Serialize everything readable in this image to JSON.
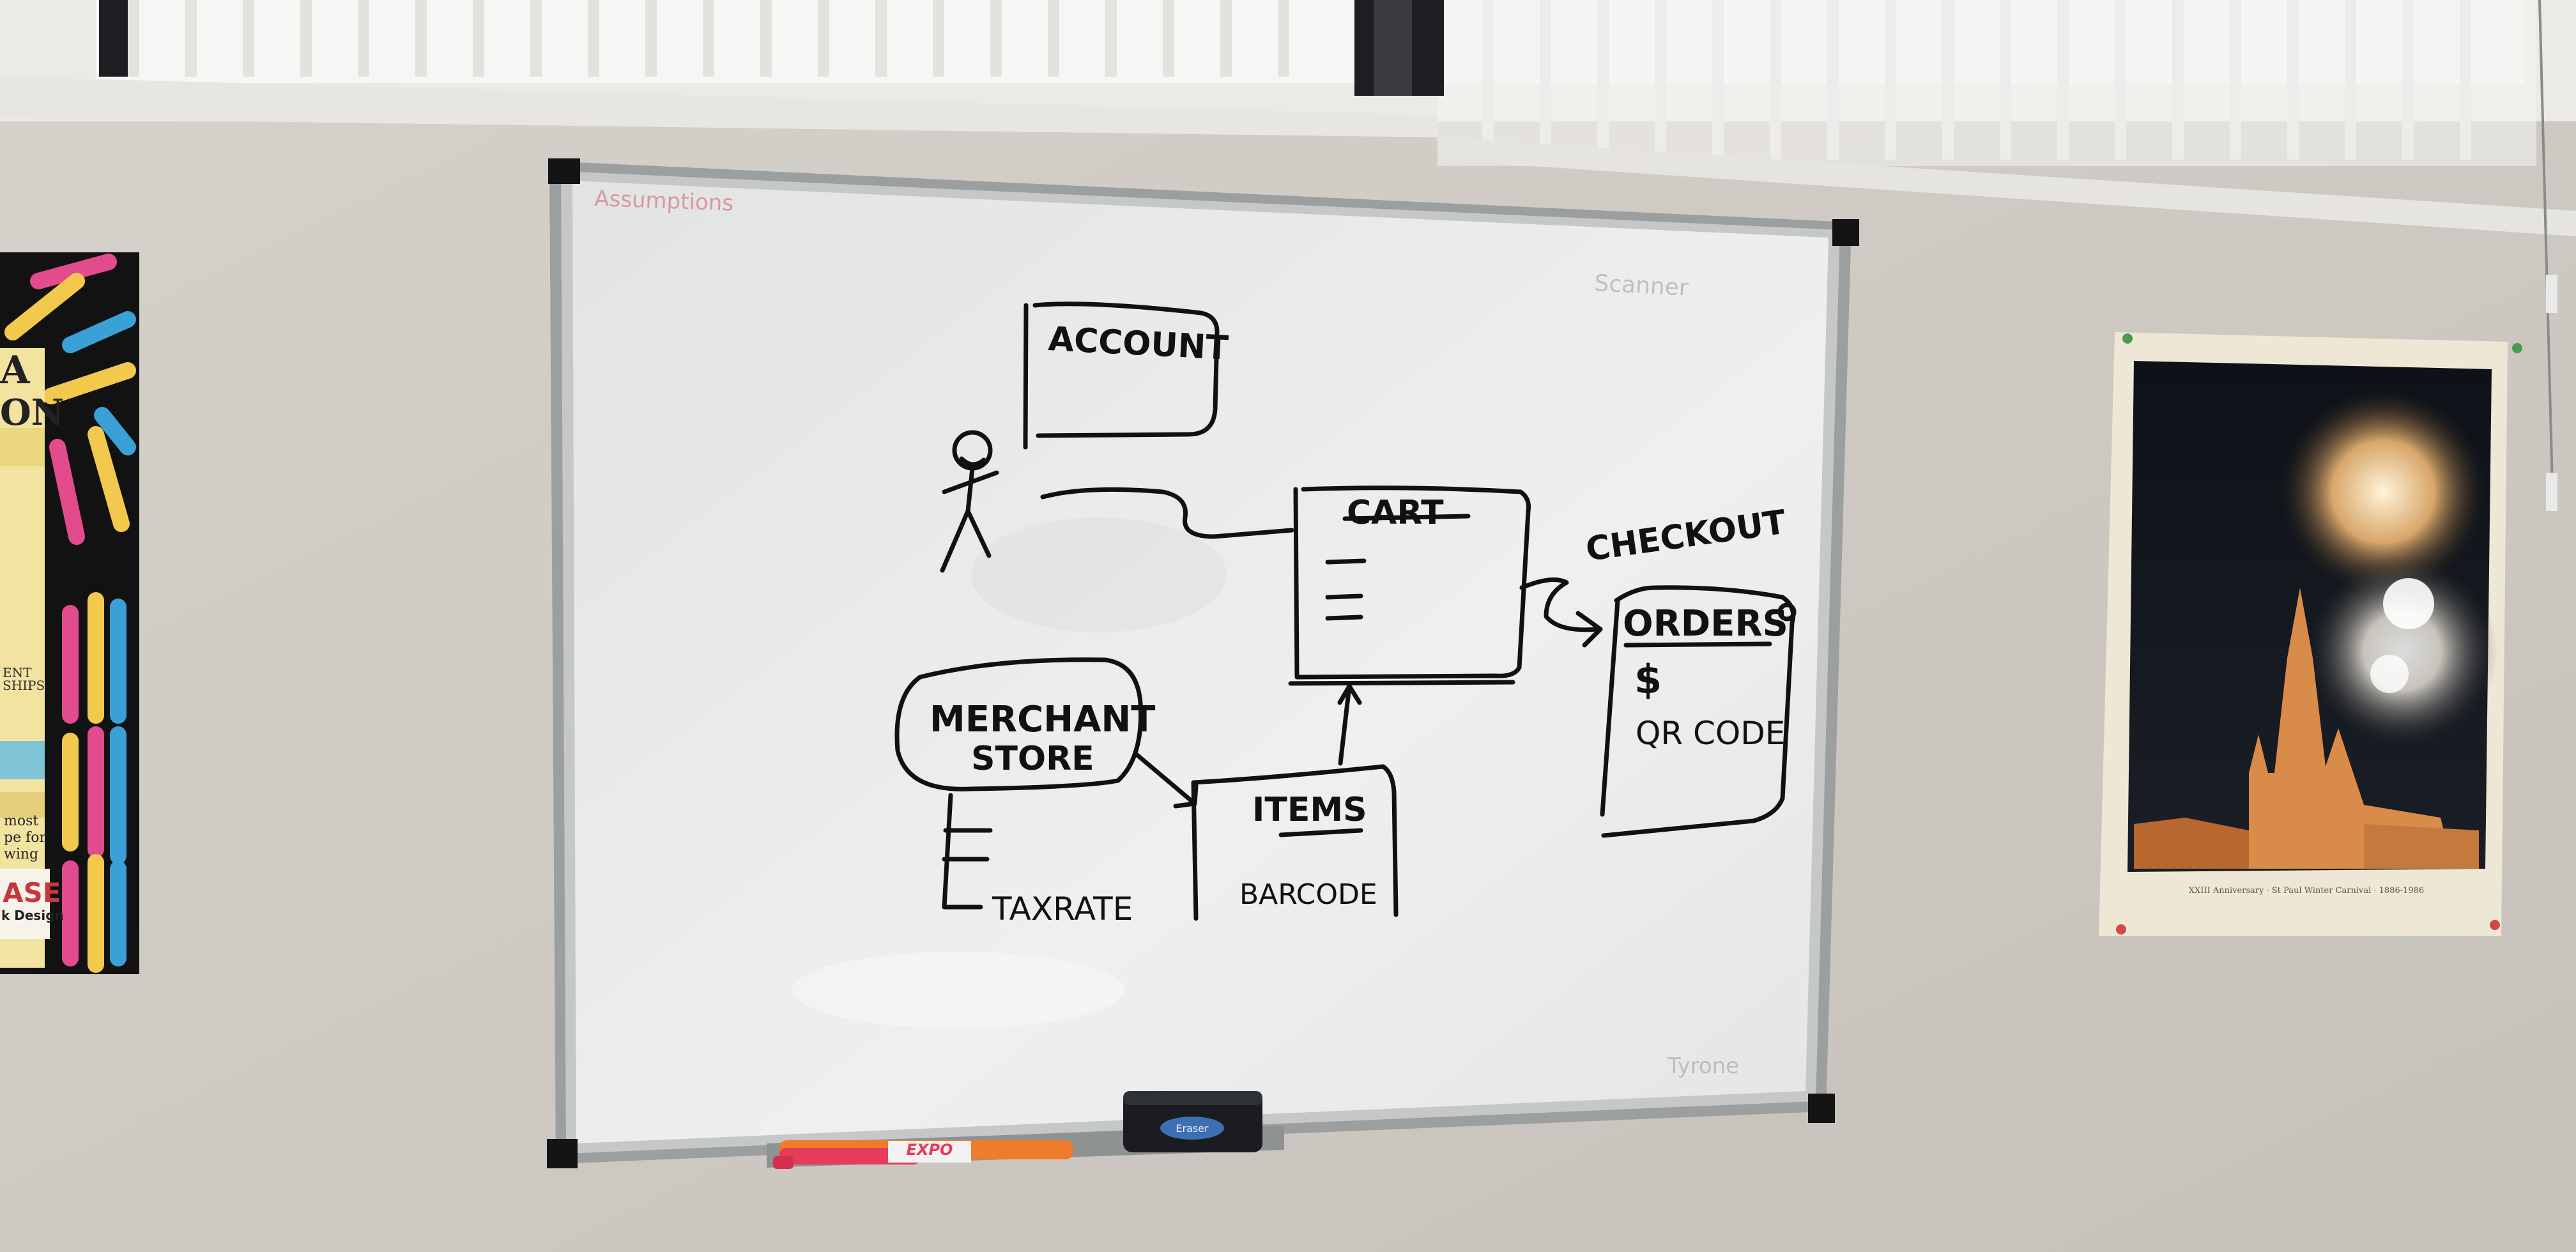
{
  "scene": {
    "description_type": "photo",
    "colors": {
      "wall": "#cfcac4",
      "whiteboard": "#e9ebea",
      "marker": "#111111",
      "frame": "#a7aaa9",
      "window_blind": "#f4f4f2"
    }
  },
  "whiteboard": {
    "faint_header": "Assumptions",
    "faint_corner_top": "Scanner",
    "faint_corner_bottom": "Tyrone",
    "nodes": {
      "account": "ACCOUNT",
      "cart": "CART",
      "checkout": "CHECKOUT",
      "orders": "ORDERS",
      "orders_dollar": "$",
      "orders_qr": "QR CODE",
      "merchant_line1": "MERCHANT",
      "merchant_line2": "STORE",
      "items": "ITEMS",
      "barcode": "BARCODE",
      "taxrate": "TAXRATE"
    },
    "eraser_label": "Eraser",
    "marker_brand": "EXPO"
  },
  "left_poster": {
    "fragments": [
      "A",
      "ON",
      "ENT",
      "SHIPS",
      "most",
      "pe for",
      "wing",
      "ASE",
      "k Design"
    ]
  },
  "right_poster": {
    "caption": "XXIII Anniversary · St Paul Winter Carnival · 1886-1986"
  }
}
